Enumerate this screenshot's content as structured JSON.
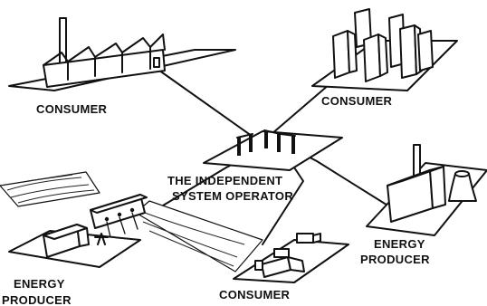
{
  "labels": {
    "consumer_factory": "CONSUMER",
    "consumer_city": "CONSUMER",
    "consumer_bottom": "CONSUMER",
    "operator_line1": "THE INDEPENDENT",
    "operator_line2": "SYSTEM OPERATOR",
    "producer_right_line1": "ENERGY",
    "producer_right_line2": "PRODUCER",
    "producer_left_line1": "ENERGY",
    "producer_left_line2": "PRODUCER"
  }
}
